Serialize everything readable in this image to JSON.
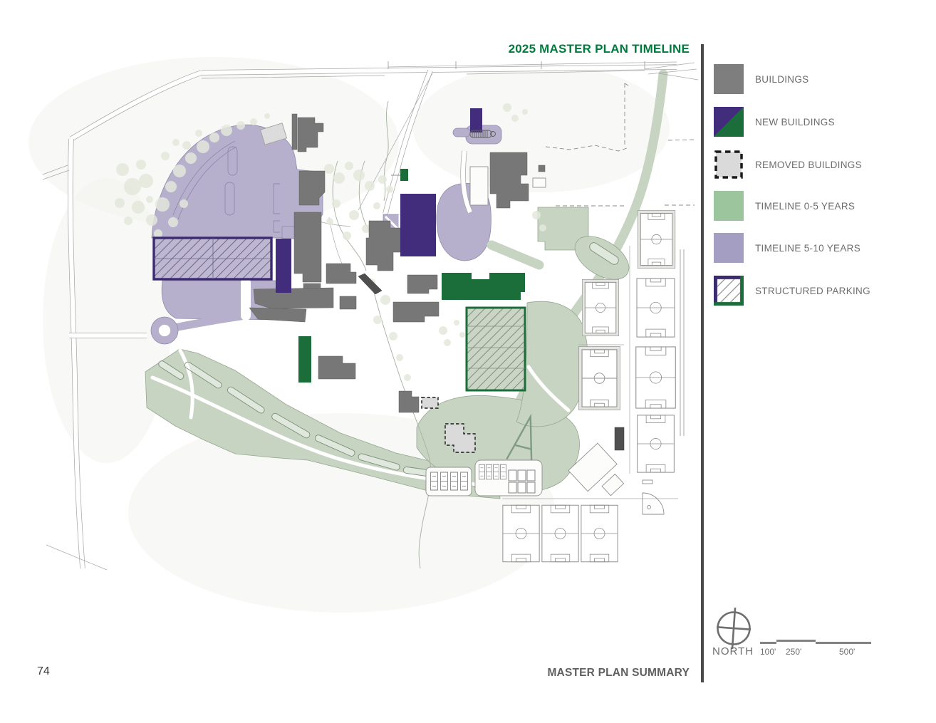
{
  "header": {
    "title": "2025 MASTER PLAN TIMELINE"
  },
  "legend": {
    "items": [
      {
        "id": "buildings",
        "label": "BUILDINGS"
      },
      {
        "id": "new-buildings",
        "label": "NEW BUILDINGS"
      },
      {
        "id": "removed-buildings",
        "label": "REMOVED BUILDINGS"
      },
      {
        "id": "timeline-0-5",
        "label": "TIMELINE 0-5 YEARS"
      },
      {
        "id": "timeline-5-10",
        "label": "TIMELINE 5-10 YEARS"
      },
      {
        "id": "structured-parking",
        "label": "STRUCTURED PARKING"
      }
    ]
  },
  "compass": {
    "label": "NORTH"
  },
  "scale_bar": {
    "ticks": [
      "100'",
      "250'",
      "500'"
    ]
  },
  "footer": {
    "label": "MASTER PLAN SUMMARY"
  },
  "page": {
    "number": "74"
  },
  "colors": {
    "title_green": "#007B3E",
    "label_gray": "#6D6D6D",
    "footer_gray": "#5F5F5F",
    "page_number": "#3A3A3A",
    "divider": "#4B4B4B",
    "building_gray": "#777777",
    "building_gray_legend": "#7E7E7E",
    "building_dark": "#4F4F4F",
    "new_purple": "#412D7B",
    "new_green": "#1B6E3A",
    "removed_fill": "#DADADA",
    "removed_dash": "#1A1A1A",
    "timeline_0_5": "#9CC49D",
    "timeline_5_10": "#A49EC2",
    "map_green": "#C7D4C1",
    "map_green_line": "#94A78F",
    "map_purple": "#B7B0CD",
    "map_purple_line": "#9189AC",
    "parking_purple_border": "#3B2A70",
    "hatch_gray": "#8A8A8A",
    "road": "#A8A8A8",
    "tree": "#E3E7DA",
    "field_line": "#8E8E8E",
    "creek": "#ABB5A7",
    "outline_fill": "#FCFCFB"
  }
}
